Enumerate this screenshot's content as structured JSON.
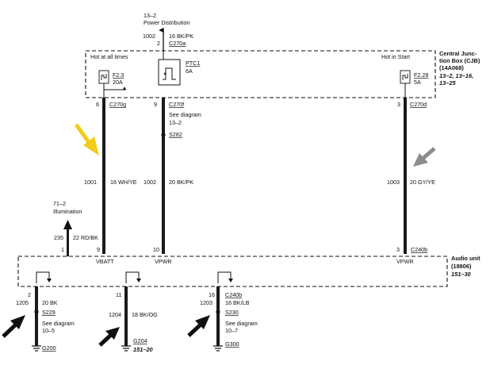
{
  "top": {
    "ref": "13–2",
    "label": "Power Distribution",
    "circuit": "1002",
    "wire": "16 BK/PK",
    "pin": "2",
    "connector": "C270a"
  },
  "cjb": {
    "title_line1": "Central Junc-",
    "title_line2": "tion Box (CJB)",
    "title_line3": "(14A068)",
    "refs_line1": "13–2, 13–16,",
    "refs_line2": "13–25",
    "hot_all": "Hot at all times",
    "hot_start": "Hot in Start",
    "fuse1_name": "F2.3",
    "fuse1_rating": "20A",
    "ptc_name": "PTC1",
    "ptc_rating": "6A",
    "fuse2_name": "F2.28",
    "fuse2_rating": "5A"
  },
  "wires": {
    "w1": {
      "pin": "6",
      "connector": "C270g",
      "circuit": "1001",
      "wire": "16 WH/YE"
    },
    "w2": {
      "pin": "9",
      "connector": "C270f",
      "note_line1": "See diagram",
      "note_line2": "13–2",
      "splice": "S282",
      "circuit": "1002",
      "wire": "20 BK/PK"
    },
    "w3": {
      "pin": "3",
      "connector": "C270d",
      "circuit": "1003",
      "wire": "20 GY/YE"
    }
  },
  "illum": {
    "ref": "71–2",
    "label": "Illumination",
    "circuit": "235",
    "wire": "22 RD/BK"
  },
  "audio": {
    "title_line1": "Audio unit",
    "title_line2": "(18806)",
    "ref": "151–30",
    "pin_illum": "1",
    "pin_vbatt": "9",
    "pin_vpwr1": "10",
    "pin_vpwr2": "3",
    "connector_c240b": "C240b",
    "vbatt": "VBATT",
    "vpwr1": "VPWR",
    "vpwr2": "VPWR"
  },
  "grounds": {
    "g1": {
      "pin": "2",
      "circuit": "1205",
      "wire": "20 BK",
      "splice": "S229",
      "note_line1": "See diagram",
      "note_line2": "10–5",
      "ground": "G200"
    },
    "g2": {
      "pin": "11",
      "circuit": "1204",
      "wire": "18 BK/OG",
      "ground": "G204",
      "ref": "151–20"
    },
    "g3": {
      "pin": "16",
      "connector": "C240b",
      "circuit": "1203",
      "wire": "16 BK/LB",
      "splice": "S230",
      "note_line1": "See diagram",
      "note_line2": "10–7",
      "ground": "G300"
    }
  },
  "colors": {
    "yellow_arrow": "#f2cc1c",
    "gray_arrow": "#8c8c8c",
    "black_arrow": "#111111",
    "wire": "#1a1a1a"
  }
}
